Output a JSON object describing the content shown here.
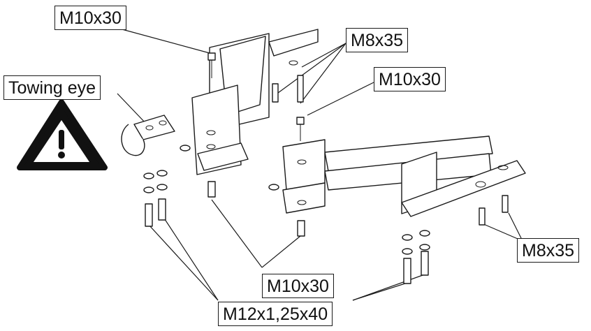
{
  "labels": {
    "bolt_top_left": "M10x30",
    "bolt_top_right_pair": "M8x35",
    "bolt_top_center": "M10x30",
    "towing_eye": "Towing eye",
    "bolt_bottom_right": "M8x35",
    "bolt_bottom_center": "M10x30",
    "bolt_bottom": "M12x1,25x40"
  },
  "icons": {
    "warning": "warning-triangle-icon"
  },
  "colors": {
    "line": "#1a1a1a",
    "background": "#ffffff"
  }
}
